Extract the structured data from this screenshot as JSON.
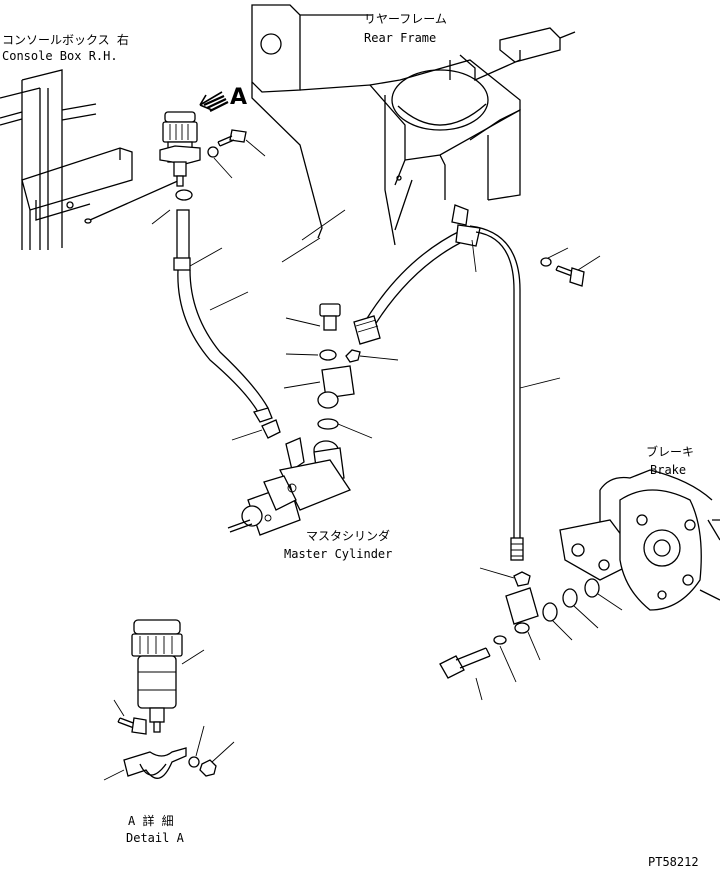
{
  "labels": {
    "console_box_jp": "コンソールボックス 右",
    "console_box_en": "Console Box R.H.",
    "rear_frame_jp": "リヤーフレーム",
    "rear_frame_en": "Rear Frame",
    "view_marker": "A",
    "brake_jp": "ブレーキ",
    "brake_en": "Brake",
    "master_cylinder_jp": "マスタシリンダ",
    "master_cylinder_en": "Master Cylinder",
    "detail_a_jp": "A 詳 細",
    "detail_a_en": "Detail A",
    "drawing_number": "PT58212"
  }
}
